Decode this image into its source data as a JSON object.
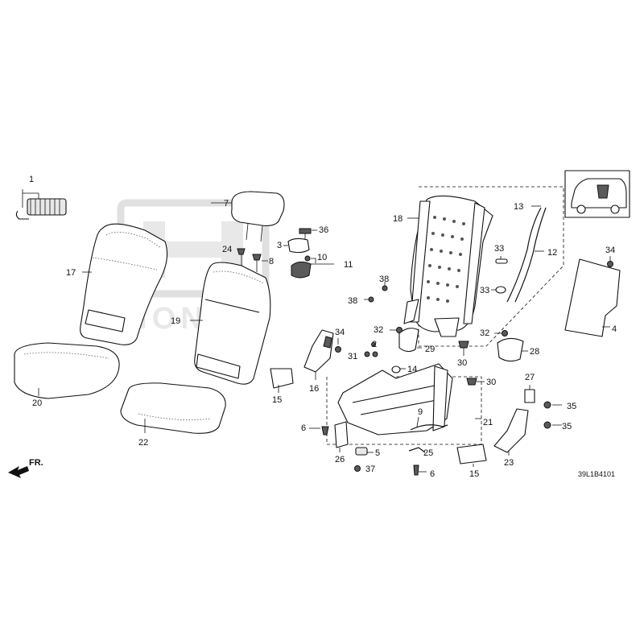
{
  "brand": {
    "emblem_letter": "H",
    "watermark_text": "HONDA"
  },
  "direction_label": "FR.",
  "diagram_code": "39L1B4101",
  "callouts": [
    "1",
    "2",
    "3",
    "4",
    "5",
    "6",
    "6",
    "7",
    "8",
    "9",
    "10",
    "11",
    "12",
    "13",
    "14",
    "15",
    "15",
    "16",
    "17",
    "18",
    "19",
    "20",
    "21",
    "22",
    "23",
    "24",
    "25",
    "26",
    "27",
    "28",
    "29",
    "30",
    "30",
    "31",
    "32",
    "32",
    "33",
    "33",
    "34",
    "34",
    "35",
    "35",
    "36",
    "37",
    "38",
    "38"
  ]
}
